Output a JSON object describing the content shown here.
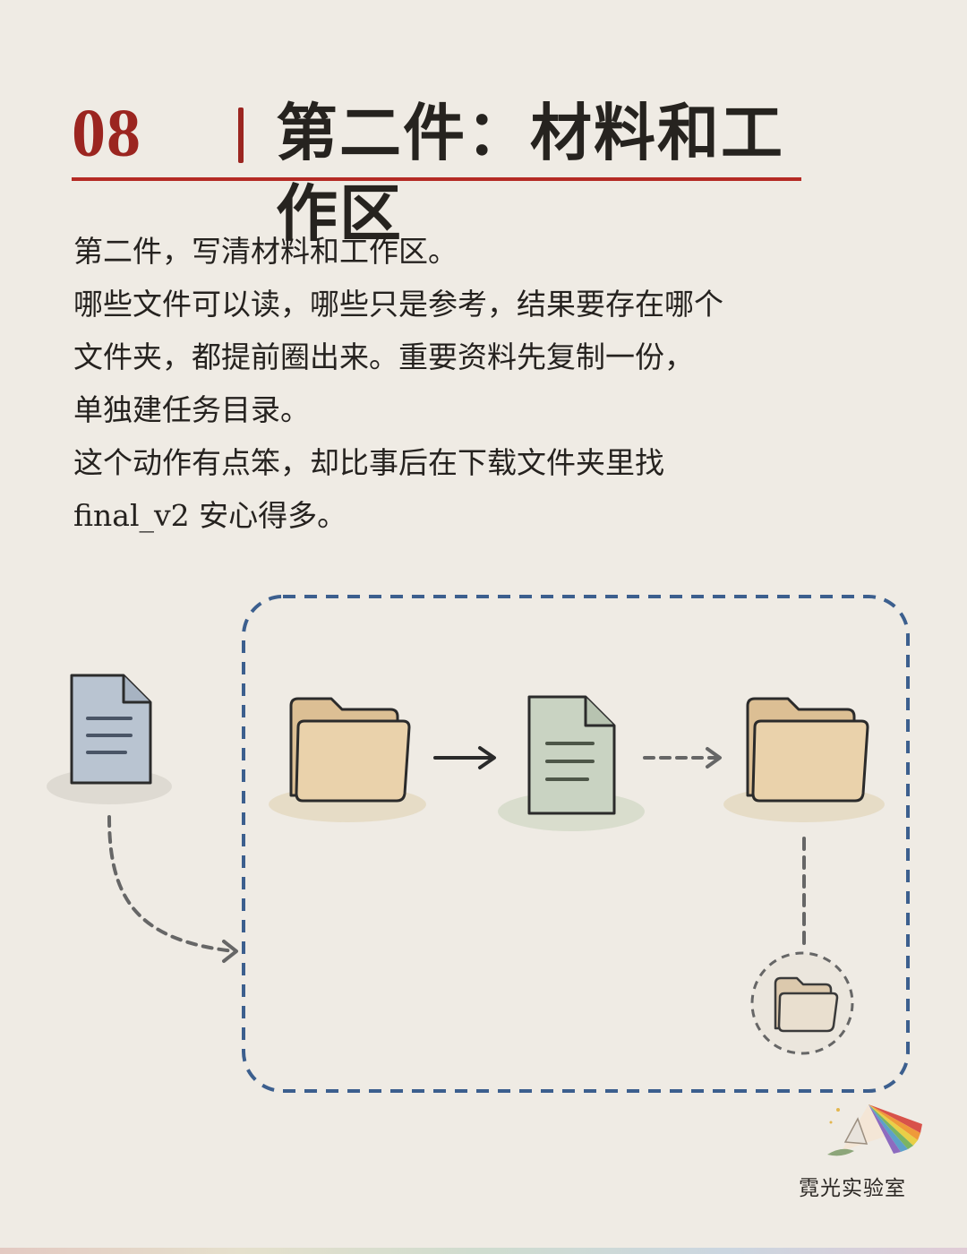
{
  "header": {
    "section_number": "08",
    "title": "第二件：材料和工作区"
  },
  "body": {
    "lines": [
      "第二件，写清材料和工作区。",
      "哪些文件可以读，哪些只是参考，结果要存在哪个",
      "文件夹，都提前圈出来。重要资料先复制一份，",
      "单独建任务目录。",
      "这个动作有点笨，却比事后在下载文件夹里找",
      "final_v2 安心得多。"
    ]
  },
  "diagram": {
    "icons": [
      "document-icon",
      "folder-icon",
      "document-icon",
      "folder-icon",
      "folder-icon"
    ],
    "colors": {
      "boundary": "#3c5f8e",
      "source_doc": "#b9c4d1",
      "working_doc": "#c9d3c2",
      "folder_back": "#dcbf94",
      "folder_front": "#ead2ab",
      "arrow": "#2a2a2a",
      "dashed_arrow": "#666666"
    }
  },
  "brand": {
    "name": "霓光实验室"
  },
  "colors": {
    "accent": "#9b2520",
    "background": "#efebe4",
    "text": "#25221f"
  }
}
